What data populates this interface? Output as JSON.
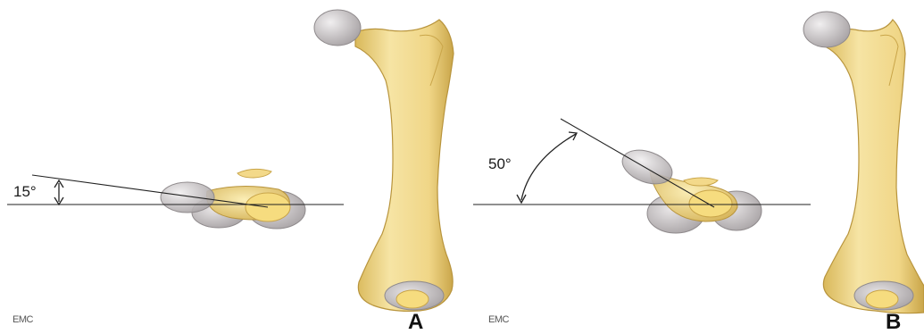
{
  "panels": [
    {
      "letter": "A",
      "angle_label": "15°",
      "credit": "EMC"
    },
    {
      "letter": "B",
      "angle_label": "50°",
      "credit": "EMC"
    }
  ],
  "colors": {
    "bone": "#f1d98c",
    "bone_shade": "#d9b85a",
    "bone_dark": "#b8943c",
    "cartilage": "#c9c5c6",
    "cartilage_light": "#e6e3e4",
    "line": "#222222"
  }
}
